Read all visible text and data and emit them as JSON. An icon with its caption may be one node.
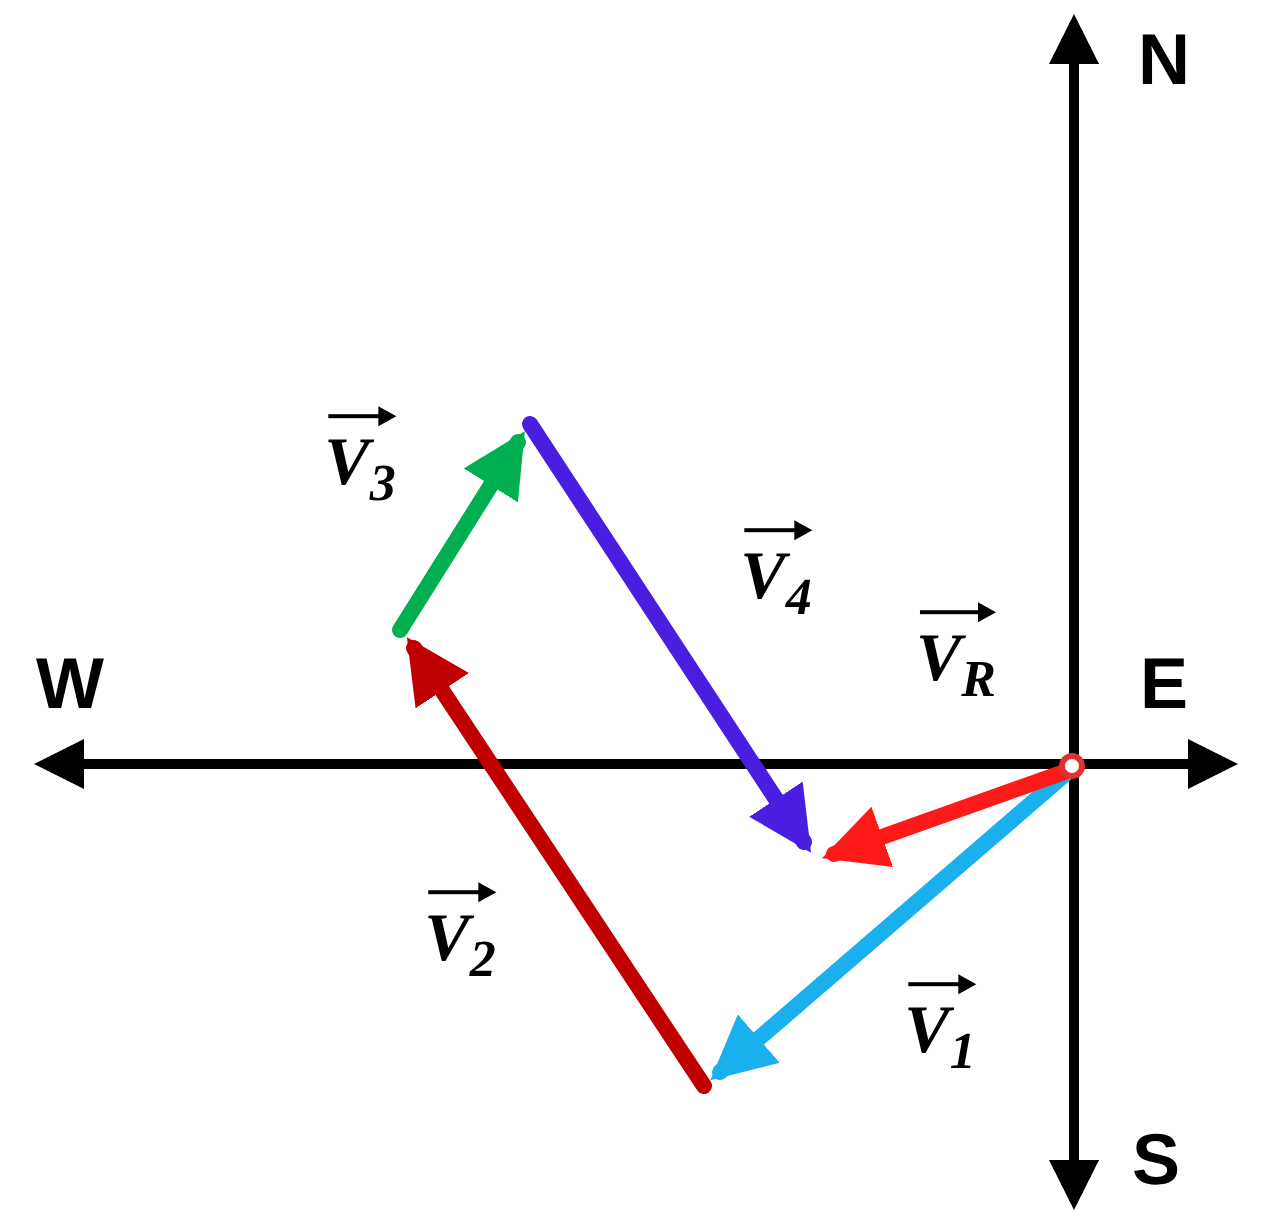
{
  "diagram": {
    "labels": [
      "N",
      "V$_{3}$",
      "V$_{4}$",
      "W",
      "V$_{R}$",
      "E",
      "V$_{2}$",
      "V$_{1}$",
      "S"
    ]
  }
}
